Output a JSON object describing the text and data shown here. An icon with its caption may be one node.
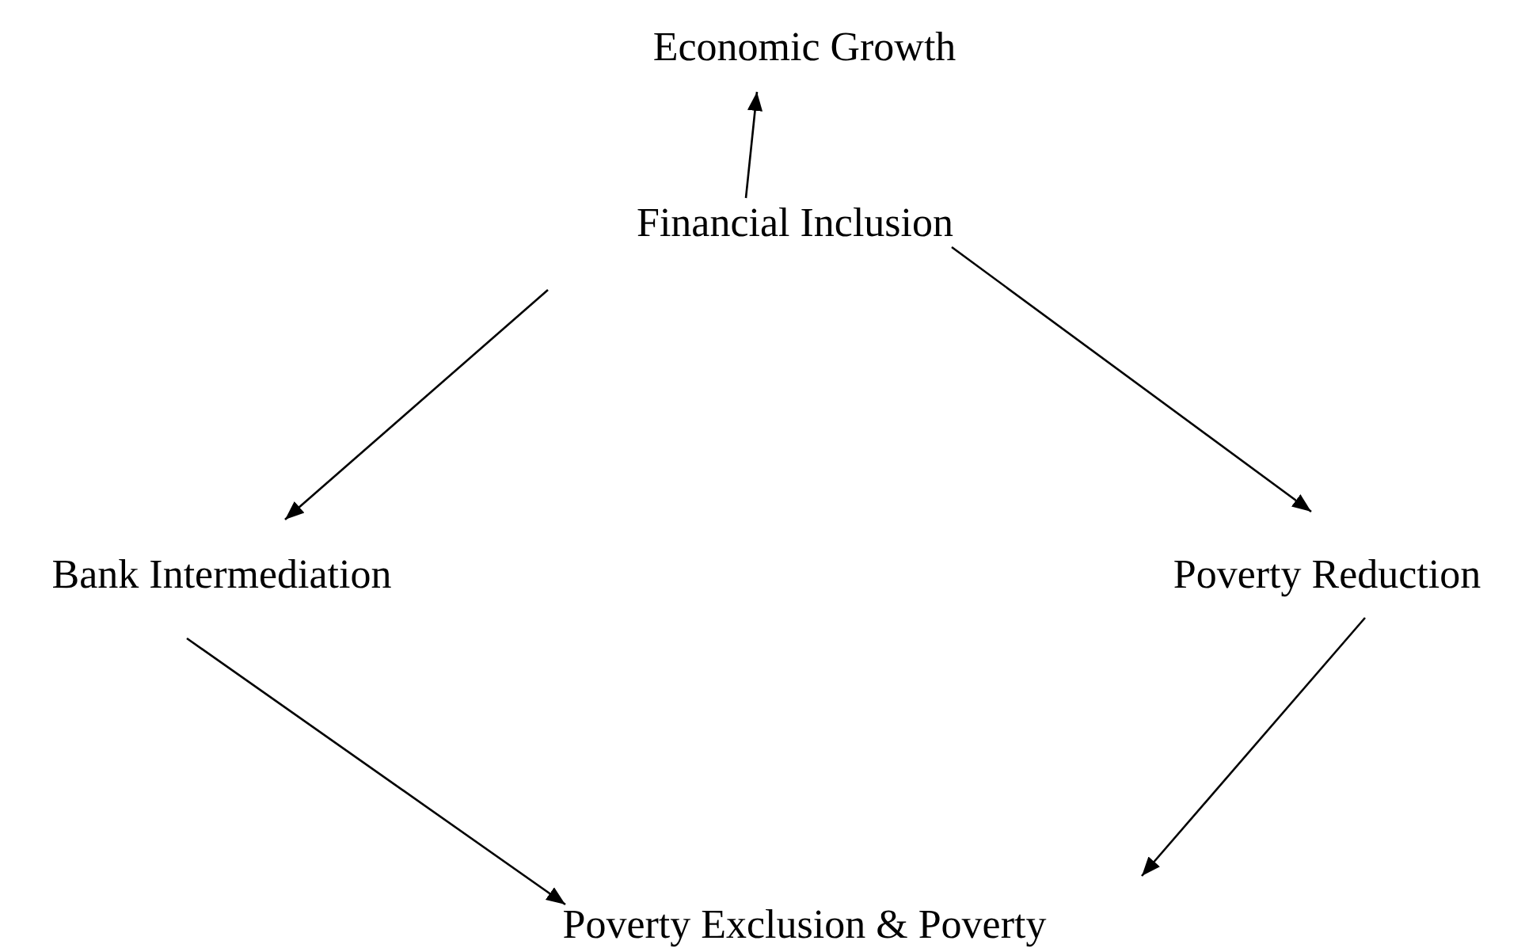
{
  "diagram": {
    "nodes": [
      {
        "text": [
          "Economic Growth"
        ]
      },
      {
        "text": [
          "Financial Inclusion"
        ]
      },
      {
        "text": [
          "Bank Intermediation"
        ]
      },
      {
        "text": [
          "Poverty Reduction"
        ]
      },
      {
        "text": [
          "Poverty Exclusion & Poverty"
        ]
      }
    ],
    "edges": [
      {
        "from": 1,
        "to": 0,
        "arrow": "to"
      },
      {
        "from": 1,
        "to": 2,
        "arrow": "to"
      },
      {
        "from": 1,
        "to": 3,
        "arrow": "to"
      },
      {
        "from": 2,
        "to": 4,
        "arrow": "to"
      },
      {
        "from": 3,
        "to": 4,
        "arrow": "to"
      }
    ]
  }
}
